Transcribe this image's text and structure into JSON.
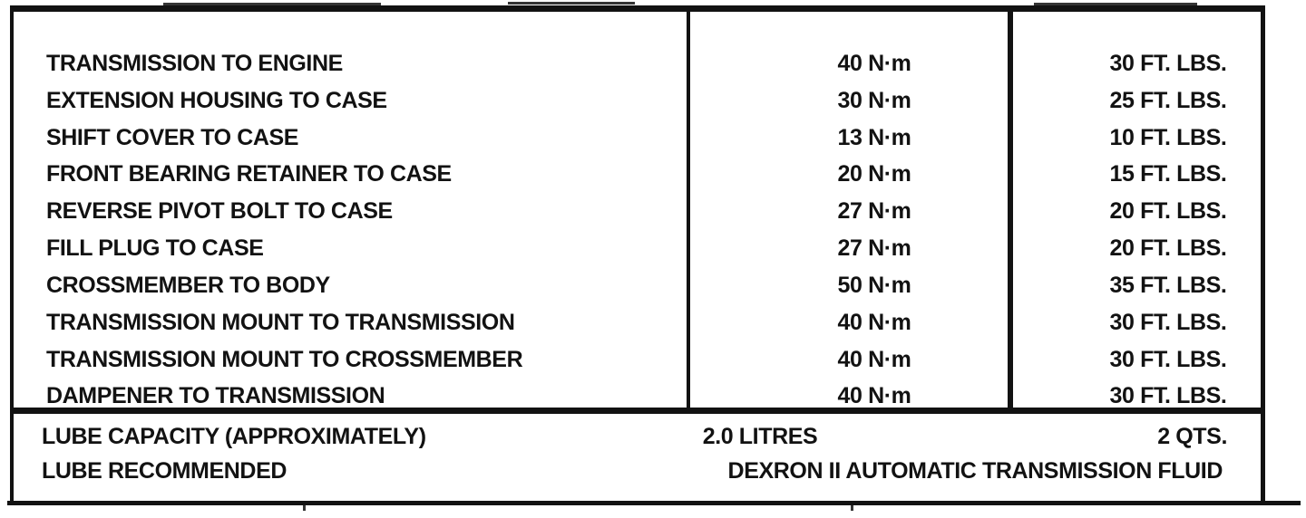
{
  "document": {
    "kind": "torque-specification-table",
    "torque_rows": [
      {
        "label": "TRANSMISSION TO ENGINE",
        "metric": "40 N·m",
        "imperial": "30 FT. LBS."
      },
      {
        "label": "EXTENSION HOUSING TO CASE",
        "metric": "30 N·m",
        "imperial": "25 FT. LBS."
      },
      {
        "label": "SHIFT COVER TO CASE",
        "metric": "13 N·m",
        "imperial": "10 FT. LBS."
      },
      {
        "label": "FRONT BEARING RETAINER TO CASE",
        "metric": "20 N·m",
        "imperial": "15 FT. LBS."
      },
      {
        "label": "REVERSE PIVOT BOLT TO CASE",
        "metric": "27 N·m",
        "imperial": "20 FT. LBS."
      },
      {
        "label": "FILL PLUG TO CASE",
        "metric": "27 N·m",
        "imperial": "20 FT. LBS."
      },
      {
        "label": "CROSSMEMBER TO BODY",
        "metric": "50 N·m",
        "imperial": "35 FT. LBS."
      },
      {
        "label": "TRANSMISSION MOUNT TO TRANSMISSION",
        "metric": "40 N·m",
        "imperial": "30 FT. LBS."
      },
      {
        "label": "TRANSMISSION MOUNT TO CROSSMEMBER",
        "metric": "40 N·m",
        "imperial": "30 FT. LBS."
      },
      {
        "label": "DAMPENER TO TRANSMISSION",
        "metric": "40 N·m",
        "imperial": "30 FT. LBS."
      }
    ],
    "lube_capacity": {
      "label": "LUBE CAPACITY (APPROXIMATELY)",
      "metric": "2.0 LITRES",
      "imperial": "2 QTS."
    },
    "lube_recommended": {
      "label": "LUBE RECOMMENDED",
      "value": "DEXRON II AUTOMATIC TRANSMISSION FLUID"
    }
  },
  "colors": {
    "ink": "#121212",
    "paper": "#ffffff"
  }
}
